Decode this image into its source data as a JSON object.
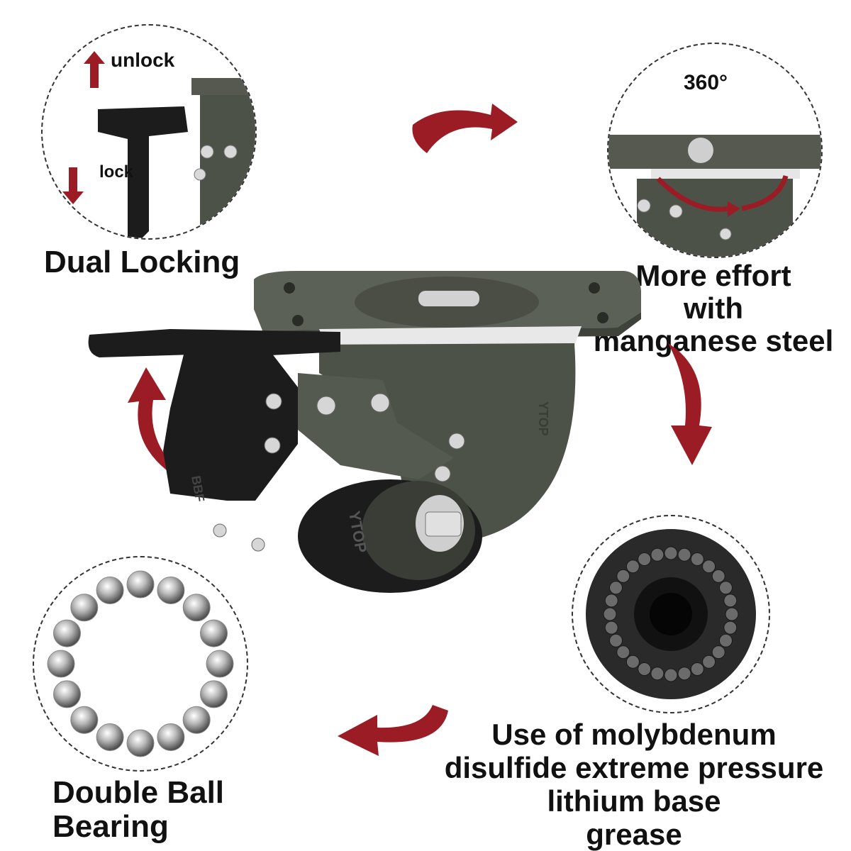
{
  "callouts": {
    "locking": {
      "unlock": "unlock",
      "lock": "lock",
      "title": "Dual Locking"
    },
    "swivel": {
      "degrees": "360°",
      "title_line1": "More effort",
      "title_line2": "with",
      "title_line3": "manganese steel"
    },
    "bearing": {
      "title_line1": "Double Ball",
      "title_line2": "Bearing"
    },
    "grease": {
      "line1": "Use of molybdenum",
      "line2": "disulfide extreme pressure",
      "line3": "lithium base",
      "line4": "grease"
    }
  },
  "product": {
    "brand_mark": "YTOP",
    "lock_mark": "BBF"
  },
  "colors": {
    "arrow_red": "#9b1c24",
    "body_green": "#4d5248",
    "tread_black": "#1c1c1c"
  },
  "icons": {
    "arrow": "curved-arrow-icon",
    "up": "arrow-up-icon",
    "down": "arrow-down-icon"
  }
}
